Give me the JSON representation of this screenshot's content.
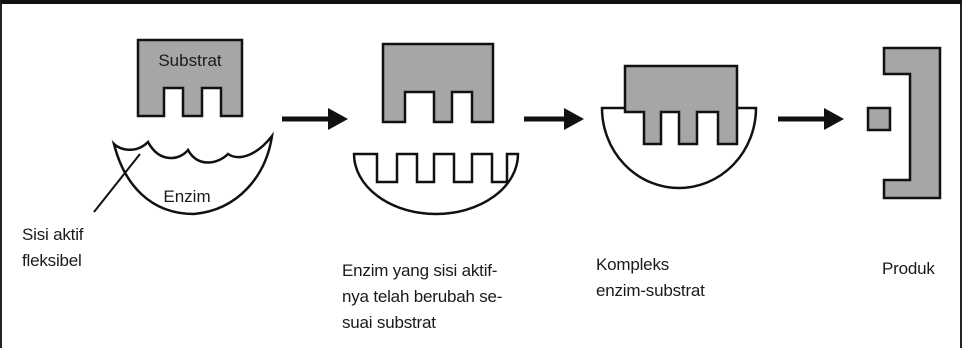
{
  "diagram": {
    "substrate_label": "Substrat",
    "enzyme_label": "Enzim",
    "caption_active_site": [
      "Sisi aktif",
      "fleksibel"
    ],
    "caption_step2": [
      "Enzim yang sisi aktif-",
      "nya telah berubah se-",
      "suai substrat"
    ],
    "caption_complex": [
      "Kompleks",
      "enzim-substrat"
    ],
    "caption_product": [
      "Produk"
    ]
  },
  "colors": {
    "substrate_fill": "#a6a6a6",
    "stroke": "#111111",
    "enzyme_fill": "#ffffff",
    "border": "#111111"
  }
}
